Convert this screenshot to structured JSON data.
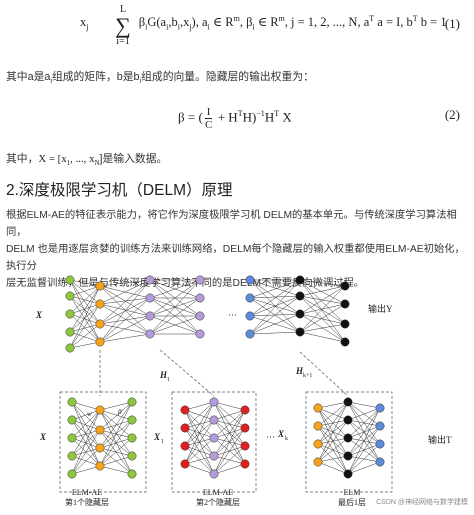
{
  "eq1": {
    "lhs": "x",
    "sub_j": "j",
    "sum_top": "L",
    "sum_bottom": "i=1",
    "body": "β",
    "body_sub": "i",
    "g": "G(a",
    "g2": ",b",
    "g3": ",x",
    "g4": "), a",
    "in_r1": " ∈ R",
    "sup_m": "m",
    "comma_beta": ", β",
    "in_r2": " ∈ R",
    "tail": ", j = 1, 2, ..., N, a",
    "sup_t": "T",
    "tail2": " a = I, b",
    "tail3": " b = 1",
    "number": "(1)"
  },
  "para1": {
    "prefix": "其中a是a",
    "sub_i": "i",
    "mid": "组成的矩阵，b是b",
    "suffix": "组成的向量。隐藏层的输出权重为："
  },
  "eq2": {
    "beta": "β = (",
    "frac_num": "I",
    "frac_den": "C",
    "plus": " + H",
    "sup_t": "T",
    "h": "H)",
    "sup_inv": "−1",
    "tail": "H",
    "tail2": "X",
    "number": "(2)"
  },
  "para2": {
    "prefix": "其中，",
    "x_def": "X = [x",
    "sub1": "1",
    "dots": ", ..., x",
    "subn": "N",
    "suffix": "]是输入数据。"
  },
  "heading": "2.深度极限学习机（DELM）原理",
  "body": {
    "line1": "根据ELM-AE的特征表示能力，将它作为深度极限学习机 DELM的基本单元。与传统深度学习算法相同，",
    "line2": "DELM 也是用逐层贪婪的训练方法来训练网络，DELM每个隐藏层的输入权重都使用ELM-AE初始化，执行分",
    "line3": "层无监督训练，但是与传统深度学习算法不同的是DELM不需要反向微调过程。"
  },
  "figure": {
    "label_x_top": "X",
    "label_output_y": "输出Y",
    "label_h1": "H",
    "label_h1_sub": "1",
    "label_hk": "H",
    "label_hk_sub": "k+1",
    "label_x_bottom": "X",
    "label_x1": "X",
    "label_x1_sub": "1",
    "label_xk": "X",
    "label_xk_sub": "k",
    "label_output_t": "输出T",
    "label_w1": "w",
    "label_beta": "β",
    "label_dots": "···",
    "cap1_top": "ELM-AE",
    "cap1_bottom": "第1个隐藏层",
    "cap2_top": "ELM-AE",
    "cap2_bottom": "第2个隐藏层",
    "cap3_top": "ELM",
    "cap3_bottom": "最后1层",
    "watermark": "CSDN @神经网络与数学建模"
  }
}
